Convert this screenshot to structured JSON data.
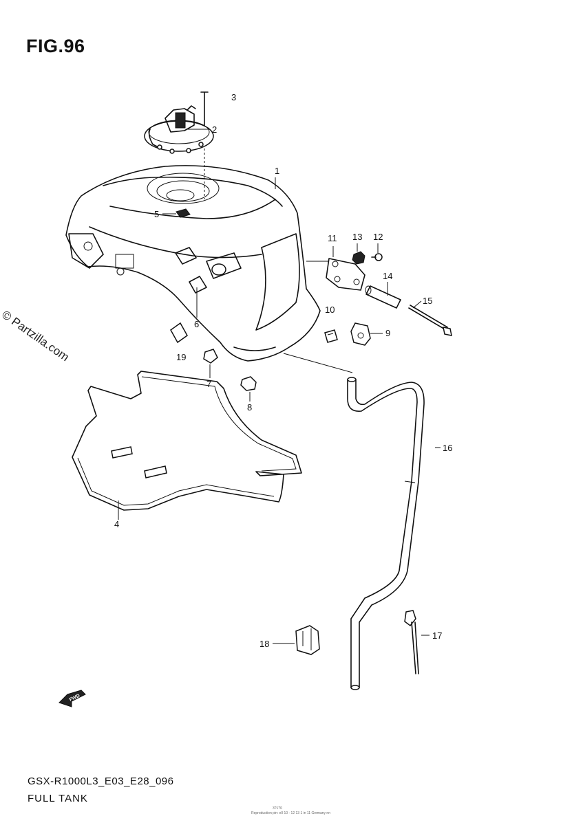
{
  "figure": {
    "title": "FIG.96",
    "model_code": "GSX-R1000L3_E03_E28_096",
    "caption": "FULL TANK",
    "watermark": "© Partzilla.com",
    "fwd_label": "FWD",
    "fine_print_top": "3?1?0",
    "fine_print": "Reproduction pin: e0 10 - 12 13 1 in 11 Germany nn"
  },
  "callouts": [
    "1",
    "2",
    "3",
    "4",
    "5",
    "6",
    "7",
    "8",
    "9",
    "10",
    "11",
    "12",
    "13",
    "14",
    "15",
    "16",
    "17",
    "18",
    "19"
  ]
}
